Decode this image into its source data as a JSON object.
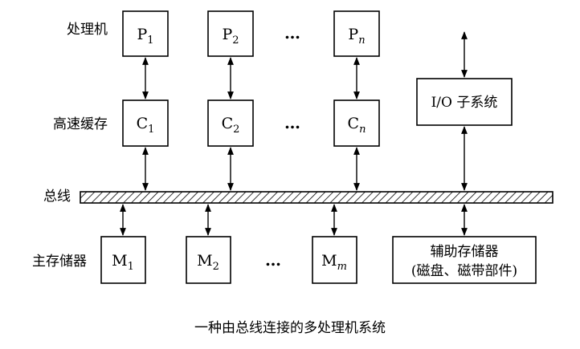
{
  "diagram": {
    "caption": "一种由总线连接的多处理机系统",
    "row_labels": {
      "processor": "处理机",
      "cache": "高速缓存",
      "bus": "总线",
      "memory": "主存储器"
    },
    "processors": [
      {
        "letter": "P",
        "sub": "1"
      },
      {
        "letter": "P",
        "sub": "2"
      },
      {
        "letter": "P",
        "sub": "n"
      }
    ],
    "caches": [
      {
        "letter": "C",
        "sub": "1"
      },
      {
        "letter": "C",
        "sub": "2"
      },
      {
        "letter": "C",
        "sub": "n"
      }
    ],
    "memories": [
      {
        "letter": "M",
        "sub": "1"
      },
      {
        "letter": "M",
        "sub": "2"
      },
      {
        "letter": "M",
        "sub": "m"
      }
    ],
    "ellipsis": "…",
    "io_subsystem": "I/O 子系统",
    "aux_storage": {
      "line1": "辅助存储器",
      "line2": "(磁盘、磁带部件)"
    }
  }
}
